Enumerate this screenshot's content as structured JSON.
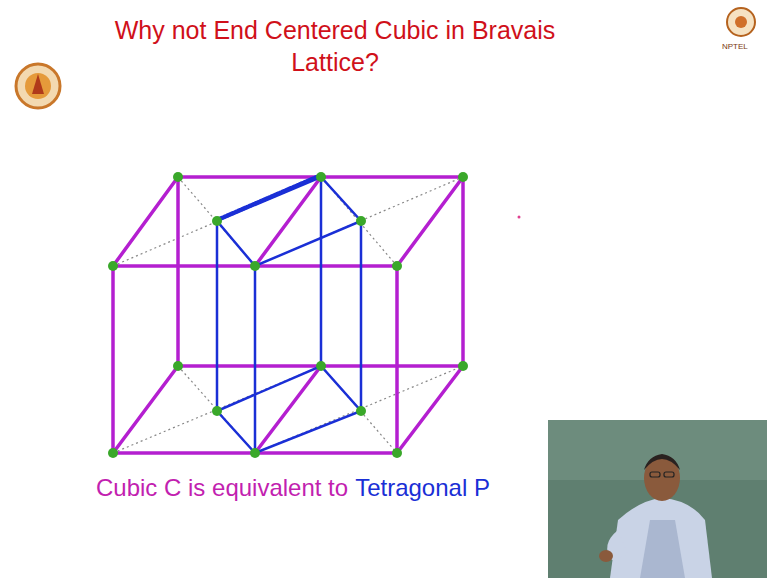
{
  "diagram": {
    "title": "Why not End Centered Cubic in Bravais Lattice?",
    "labels": [
      "Cubic C is equivalent to",
      "Tetragonal P",
      "NPTEL"
    ]
  }
}
